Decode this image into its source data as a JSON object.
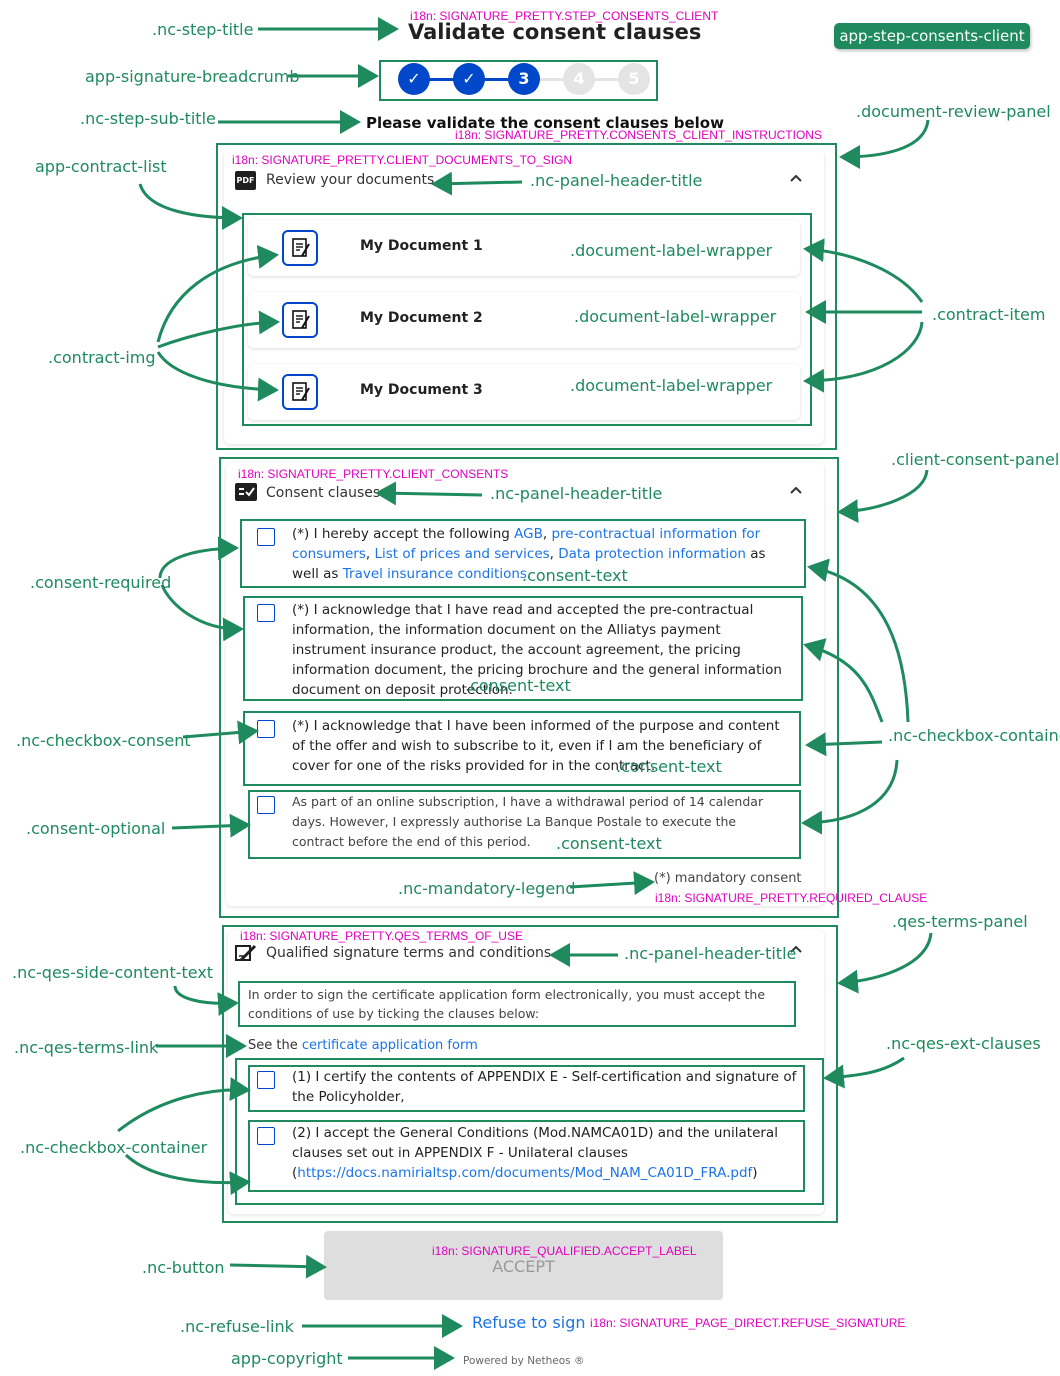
{
  "page": {
    "title": "Validate consent clauses",
    "title_i18n": "i18n: SIGNATURE_PRETTY.STEP_CONSENTS_CLIENT",
    "component_badge": "app-step-consents-client",
    "subtitle": "Please validate the consent clauses below",
    "subtitle_i18n": "i18n: SIGNATURE_PRETTY.CONSENTS_CLIENT_INSTRUCTIONS"
  },
  "breadcrumb": {
    "steps": [
      {
        "label": "✓",
        "state": "done"
      },
      {
        "label": "✓",
        "state": "done"
      },
      {
        "label": "3",
        "state": "current"
      },
      {
        "label": "4",
        "state": "todo"
      },
      {
        "label": "5",
        "state": "todo"
      }
    ]
  },
  "documents_panel": {
    "i18n": "i18n: SIGNATURE_PRETTY.CLIENT_DOCUMENTS_TO_SIGN",
    "header_icon": "pdf-icon",
    "header_title": "Review your documents",
    "documents": [
      {
        "name": "My Document 1"
      },
      {
        "name": "My Document 2"
      },
      {
        "name": "My Document 3"
      }
    ]
  },
  "consent_panel": {
    "i18n": "i18n: SIGNATURE_PRETTY.CLIENT_CONSENTS",
    "header_icon": "checklist-icon",
    "header_title": "Consent clauses",
    "clause1": {
      "prefix": "(*) I hereby accept the following ",
      "link1": "AGB",
      "sep1": ", ",
      "link2": "pre-contractual information for consumers",
      "sep2": ", ",
      "link3": "List of prices and services",
      "sep3": ", ",
      "link4": "Data protection information",
      "mid": " as well as ",
      "link5": "Travel insurance conditions",
      "suffix": "."
    },
    "clause2": "(*) I acknowledge that I have read and accepted the pre-contractual information, the information document on the Alliatys payment instrument insurance product, the account agreement, the pricing information document, the pricing brochure and the general information document on deposit protection.",
    "clause3": "(*) I acknowledge that I have been informed of the purpose and content of the offer and wish to subscribe to it, even if I am the beneficiary of cover for one of the risks provided for in the contract.",
    "clause4": "As part of an online subscription, I have a withdrawal period of 14 calendar days. However, I expressly authorise La Banque Postale to execute the contract before the end of this period.",
    "mandatory_legend": "(*) mandatory consent",
    "mandatory_i18n": "i18n: SIGNATURE_PRETTY.REQUIRED_CLAUSE"
  },
  "qes_panel": {
    "i18n": "i18n: SIGNATURE_PRETTY.QES_TERMS_OF_USE",
    "header_icon": "signature-icon",
    "header_title": "Qualified signature terms and conditions",
    "side_text": "In order to sign the certificate application form electronically, you must accept the conditions of use by ticking the clauses below:",
    "terms_prefix": "See the ",
    "terms_link": "certificate application form",
    "clause1": "(1) I certify the contents of APPENDIX E - Self-certification and signature of the Policyholder,",
    "clause2_text": "(2) I accept the General Conditions (Mod.NAMCA01D) and the unilateral clauses set out in APPENDIX F - Unilateral clauses (",
    "clause2_link": "https://docs.namirialtsp.com/documents/Mod_NAM_CA01D_FRA.pdf",
    "clause2_end": ")"
  },
  "actions": {
    "accept_label": "ACCEPT",
    "accept_i18n": "i18n: SIGNATURE_QUALIFIED.ACCEPT_LABEL",
    "refuse_label": "Refuse to sign",
    "refuse_i18n": "i18n: SIGNATURE_PAGE_DIRECT.REFUSE_SIGNATURE",
    "copyright": "Powered by Netheos ®"
  },
  "annotations": {
    "step_title": ".nc-step-title",
    "breadcrumb": "app-signature-breadcrumb",
    "step_sub_title": ".nc-step-sub-title",
    "document_review_panel": ".document-review-panel",
    "contract_list": "app-contract-list",
    "panel_header_title": ".nc-panel-header-title",
    "document_label_wrapper": ".document-label-wrapper",
    "contract_item": ".contract-item",
    "contract_img": ".contract-img",
    "client_consent_panel": ".client-consent-panel",
    "consent_required": ".consent-required",
    "consent_text": ".consent-text",
    "checkbox_consent": ".nc-checkbox-consent",
    "checkbox_container": ".nc-checkbox-container",
    "consent_optional": ".consent-optional",
    "mandatory_legend": ".nc-mandatory-legend",
    "qes_terms_panel": ".qes-terms-panel",
    "qes_side_content_text": ".nc-qes-side-content-text",
    "qes_terms_link": ".nc-qes-terms-link",
    "qes_ext_clauses": ".nc-qes-ext-clauses",
    "button": ".nc-button",
    "refuse_link": ".nc-refuse-link",
    "copyright": "app-copyright"
  },
  "colors": {
    "annotation": "#1e8a5e",
    "i18n": "#e000c0",
    "primary": "#0047c9",
    "link": "#1a73e8",
    "disabled_button": "#dedede"
  }
}
